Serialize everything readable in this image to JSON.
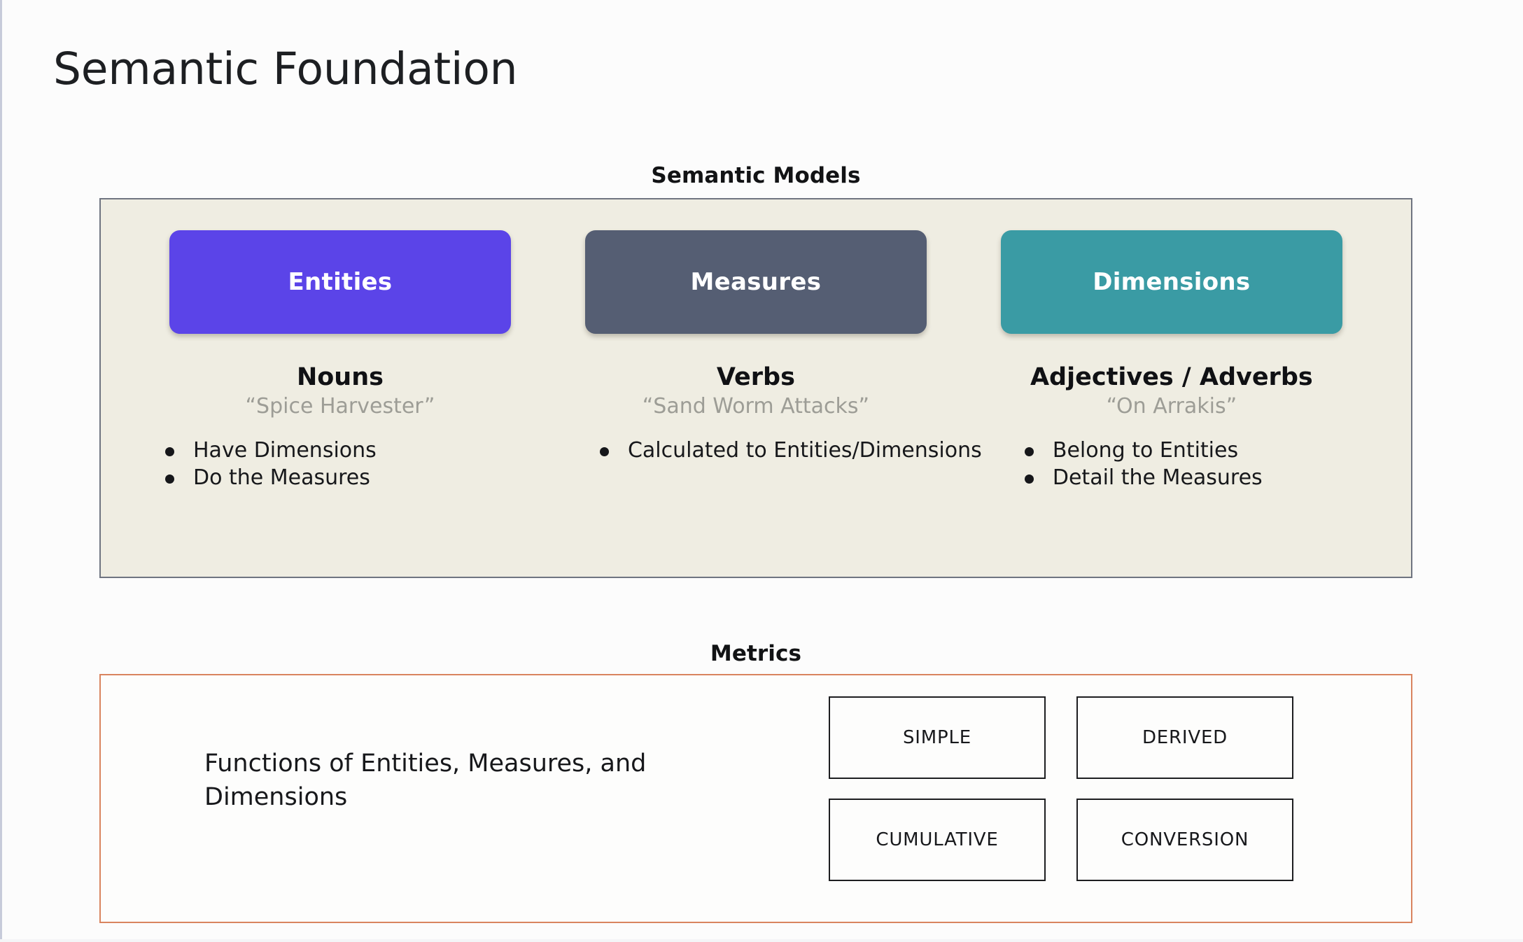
{
  "page": {
    "title": "Semantic Foundation",
    "background_color": "#fcfcfc"
  },
  "semantic_models": {
    "header": "Semantic Models",
    "panel_bg": "#efede2",
    "panel_border": "#6f7480",
    "columns": [
      {
        "chip_label": "Entities",
        "chip_color": "#5b44e8",
        "part_of_speech": "Nouns",
        "example": "“Spice Harvester”",
        "bullets": [
          "Have Dimensions",
          "Do the Measures"
        ]
      },
      {
        "chip_label": "Measures",
        "chip_color": "#555e73",
        "part_of_speech": "Verbs",
        "example": "“Sand Worm Attacks”",
        "bullets": [
          "Calculated to Entities/Dimensions"
        ]
      },
      {
        "chip_label": "Dimensions",
        "chip_color": "#3a9ba4",
        "part_of_speech": "Adjectives / Adverbs",
        "example": "“On Arrakis”",
        "bullets": [
          "Belong to Entities",
          "Detail the Measures"
        ]
      }
    ]
  },
  "metrics": {
    "header": "Metrics",
    "panel_border": "#d9845f",
    "description": "Functions of Entities, Measures, and Dimensions",
    "types": [
      "SIMPLE",
      "DERIVED",
      "CUMULATIVE",
      "CONVERSION"
    ]
  }
}
